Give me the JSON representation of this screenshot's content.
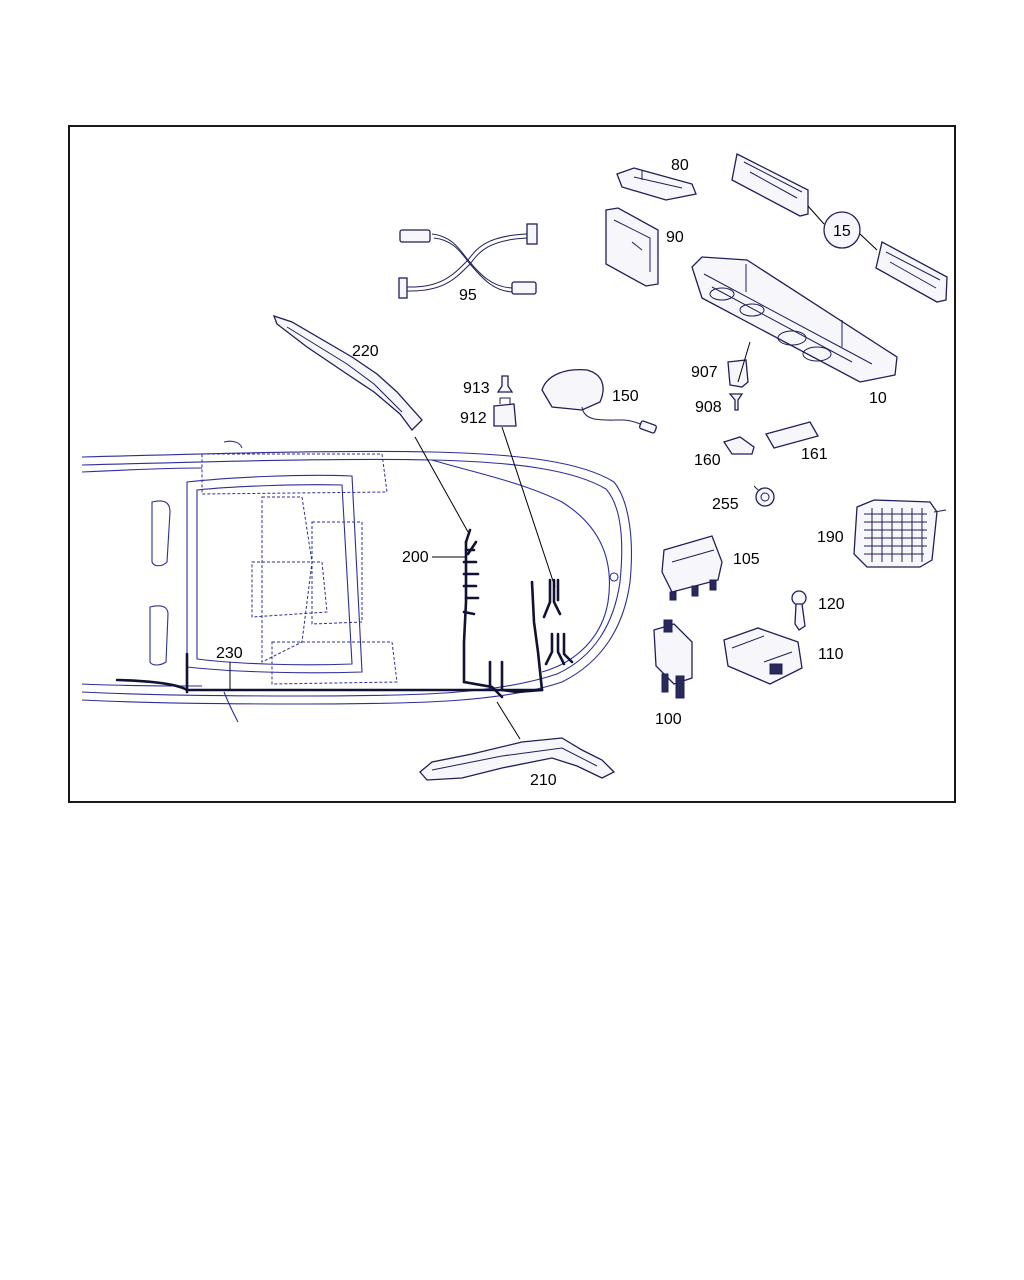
{
  "diagram": {
    "callouts": {
      "p80": "80",
      "p15": "15",
      "p90": "90",
      "p95": "95",
      "p10": "10",
      "p220": "220",
      "p913": "913",
      "p912": "912",
      "p150": "150",
      "p907": "907",
      "p908": "908",
      "p160": "160",
      "p161": "161",
      "p255": "255",
      "p200": "200",
      "p190": "190",
      "p105": "105",
      "p120": "120",
      "p230": "230",
      "p110": "110",
      "p100": "100",
      "p210": "210"
    }
  }
}
